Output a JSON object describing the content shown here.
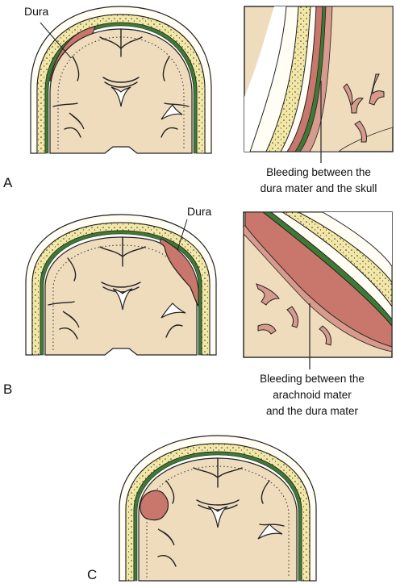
{
  "colors": {
    "skull_fill": "#f3e7a6",
    "dura_green": "#3f7a35",
    "brain_fill": "#efdcbd",
    "hematoma": "#c9776c",
    "vessel": "#d79a8c",
    "outline": "#222222"
  },
  "panels": [
    {
      "letter": "A",
      "label": "Dura",
      "caption_lines": [
        "Bleeding between the",
        "dura mater and the skull"
      ]
    },
    {
      "letter": "B",
      "label": "Dura",
      "caption_lines": [
        "Bleeding between the",
        "arachnoid mater",
        "and the dura mater"
      ]
    },
    {
      "letter": "C"
    }
  ]
}
